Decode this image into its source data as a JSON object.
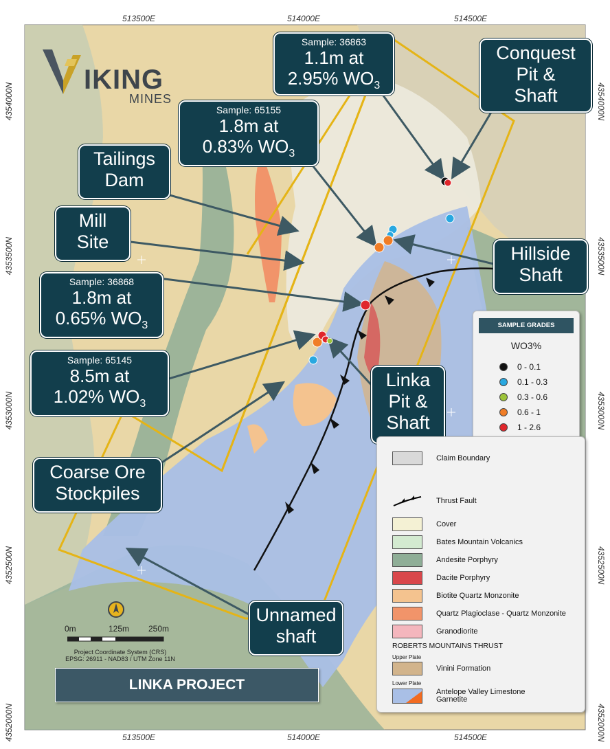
{
  "map": {
    "coords_top": [
      "513500E",
      "514000E",
      "514500E"
    ],
    "coords_bottom": [
      "513500E",
      "514000E",
      "514500E"
    ],
    "coords_left": [
      "4354000N",
      "4353500N",
      "4353000N",
      "4352500N",
      "4352000N"
    ],
    "coords_right": [
      "4354000N",
      "4353500N",
      "4353000N",
      "4352500N",
      "4352000N"
    ]
  },
  "logo": {
    "word": "IKING",
    "sub": "MINES",
    "accent": "#c9a227"
  },
  "callouts": {
    "s36863": {
      "sample": "Sample: 36863",
      "line1": "1.1m at",
      "line2": "2.95% WO",
      "sub": "3"
    },
    "s65155": {
      "sample": "Sample: 65155",
      "line1": "1.8m at",
      "line2": "0.83% WO",
      "sub": "3"
    },
    "s36868": {
      "sample": "Sample: 36868",
      "line1": "1.8m at",
      "line2": "0.65% WO",
      "sub": "3"
    },
    "s65145": {
      "sample": "Sample: 65145",
      "line1": "8.5m at",
      "line2": "1.02% WO",
      "sub": "3"
    },
    "conquest": {
      "l1": "Conquest",
      "l2": "Pit &",
      "l3": "Shaft"
    },
    "tailings": {
      "l1": "Tailings",
      "l2": "Dam"
    },
    "mill": {
      "l1": "Mill",
      "l2": "Site"
    },
    "hillside": {
      "l1": "Hillside",
      "l2": "Shaft"
    },
    "linka": {
      "l1": "Linka",
      "l2": "Pit &",
      "l3": "Shaft"
    },
    "coarse": {
      "l1": "Coarse Ore",
      "l2": "Stockpiles"
    },
    "unnamed": {
      "l1": "Unnamed",
      "l2": "shaft"
    }
  },
  "sample_grades": {
    "title": "SAMPLE GRADES",
    "unit": "WO3%",
    "classes": [
      {
        "label": "0 - 0.1",
        "color": "#111111"
      },
      {
        "label": "0.1 - 0.3",
        "color": "#29a8e0"
      },
      {
        "label": "0.3 - 0.6",
        "color": "#9dc43a"
      },
      {
        "label": "0.6 - 1",
        "color": "#f07d26"
      },
      {
        "label": "1 - 2.6",
        "color": "#e0262b"
      }
    ]
  },
  "legend": {
    "items": [
      {
        "label": "Claim Boundary",
        "color": "#d9d9d9"
      },
      {
        "label": "Thrust Fault",
        "color": "#000000"
      },
      {
        "label": "Cover",
        "color": "#f4f1d4"
      },
      {
        "label": "Bates Mountain Volcanics",
        "color": "#d3ead0"
      },
      {
        "label": "Andesite Porphyry",
        "color": "#8fae97"
      },
      {
        "label": "Dacite Porphyry",
        "color": "#d9474b"
      },
      {
        "label": "Biotite Quartz Monzonite",
        "color": "#f4c38f"
      },
      {
        "label": "Quartz Plagioclase - Quartz Monzonite",
        "color": "#f1946a"
      },
      {
        "label": "Granodiorite",
        "color": "#f4b6bd"
      }
    ],
    "group_title": "ROBERTS MOUNTAINS THRUST",
    "upper_plate": "Upper Plate",
    "vinini": {
      "label": "Vinini Formation",
      "color": "#d2b48c"
    },
    "lower_plate": "Lower Plate",
    "antelope": {
      "label": "Antelope Valley Limestone",
      "color": "#a9bfe6"
    },
    "garnetite": {
      "label": "Garnetite",
      "color": "#f26b21"
    }
  },
  "scale": {
    "t0": "0m",
    "t1": "125m",
    "t2": "250m",
    "crs1": "Project Coordinate System (CRS)",
    "crs2": "EPSG: 26911 - NAD83 / UTM Zone 11N"
  },
  "project_title": "LINKA PROJECT"
}
